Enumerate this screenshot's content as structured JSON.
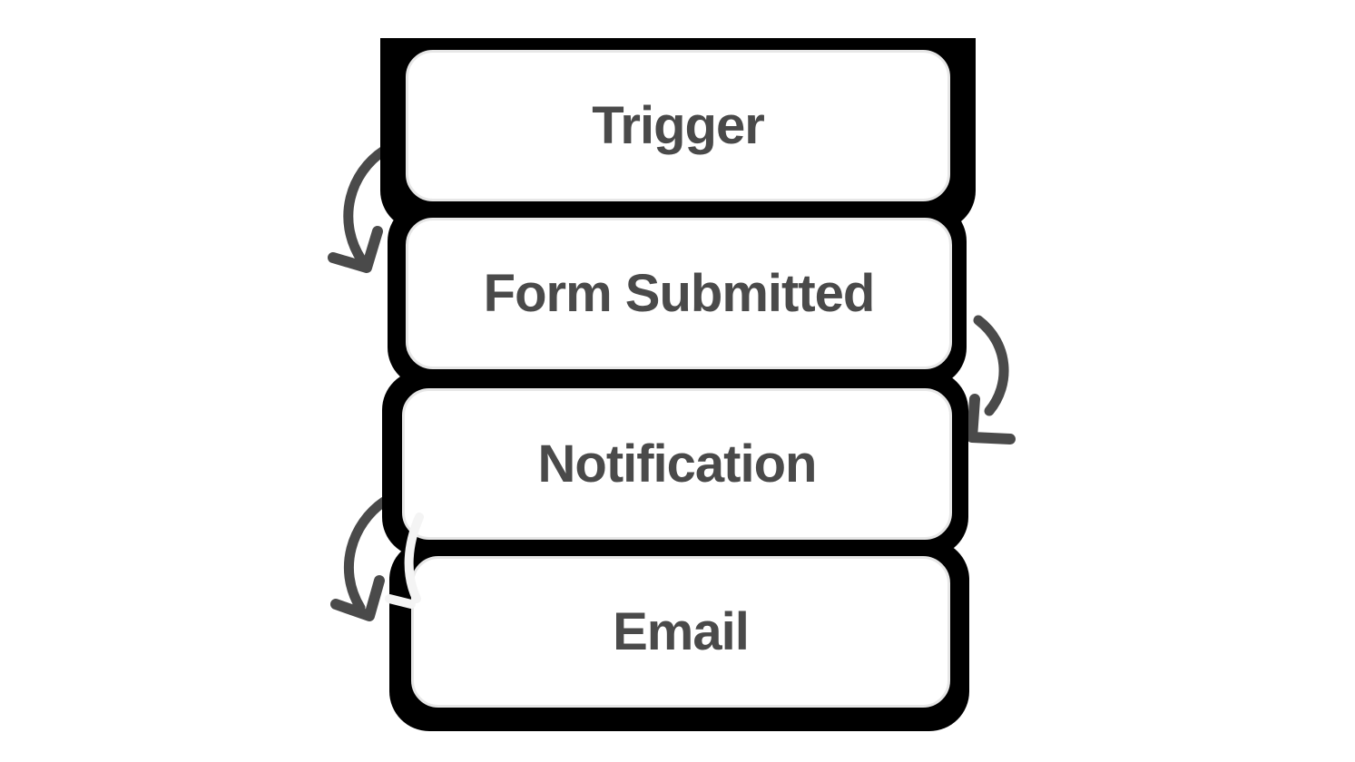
{
  "diagram": {
    "type": "flowchart",
    "direction": "vertical",
    "nodes": [
      {
        "id": "node-trigger",
        "label": "Trigger"
      },
      {
        "id": "node-form-submitted",
        "label": "Form Submitted"
      },
      {
        "id": "node-notification",
        "label": "Notification"
      },
      {
        "id": "node-email",
        "label": "Email"
      }
    ],
    "connectors": [
      {
        "from": "Trigger",
        "to": "Form Submitted",
        "style": "hand-drawn-curved-arrow",
        "side": "left"
      },
      {
        "from": "Form Submitted",
        "to": "Notification",
        "style": "hand-drawn-curved-arrow",
        "side": "right"
      },
      {
        "from": "Notification",
        "to": "Email",
        "style": "hand-drawn-curved-arrow",
        "side": "left"
      }
    ],
    "colors": {
      "canvas_background": "#ffffff",
      "node_fill": "#ffffff",
      "node_border": "#e7e7e7",
      "node_outline_block": "#000000",
      "label_text": "#4a4a4a",
      "arrow_dark": "#4a4a4a",
      "arrow_light": "#f4f4f4"
    }
  }
}
